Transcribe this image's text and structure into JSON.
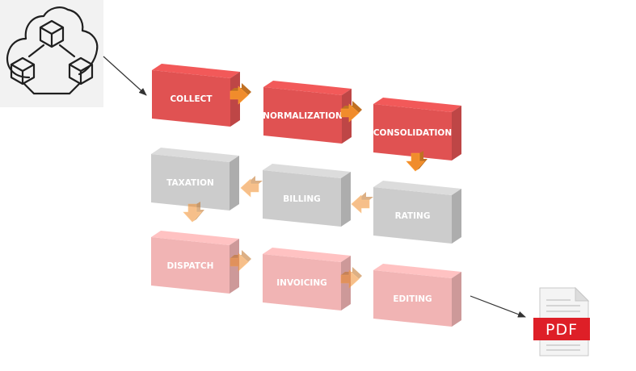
{
  "colors": {
    "active": "#e05252",
    "pending": "#cccccc",
    "future": "#f1b4b4",
    "arrow": "#f08c2c",
    "pdf_band": "#de1f27"
  },
  "source": {
    "icon": "cloud-network-icon"
  },
  "stages": [
    {
      "label": "COLLECT",
      "state": "active"
    },
    {
      "label": "NORMALIZATION",
      "state": "active"
    },
    {
      "label": "CONSOLIDATION",
      "state": "active"
    },
    {
      "label": "RATING",
      "state": "pending"
    },
    {
      "label": "BILLING",
      "state": "pending"
    },
    {
      "label": "TAXATION",
      "state": "pending"
    },
    {
      "label": "DISPATCH",
      "state": "future"
    },
    {
      "label": "INVOICING",
      "state": "future"
    },
    {
      "label": "EDITING",
      "state": "future"
    }
  ],
  "output": {
    "icon": "pdf-file-icon",
    "label": "PDF"
  }
}
